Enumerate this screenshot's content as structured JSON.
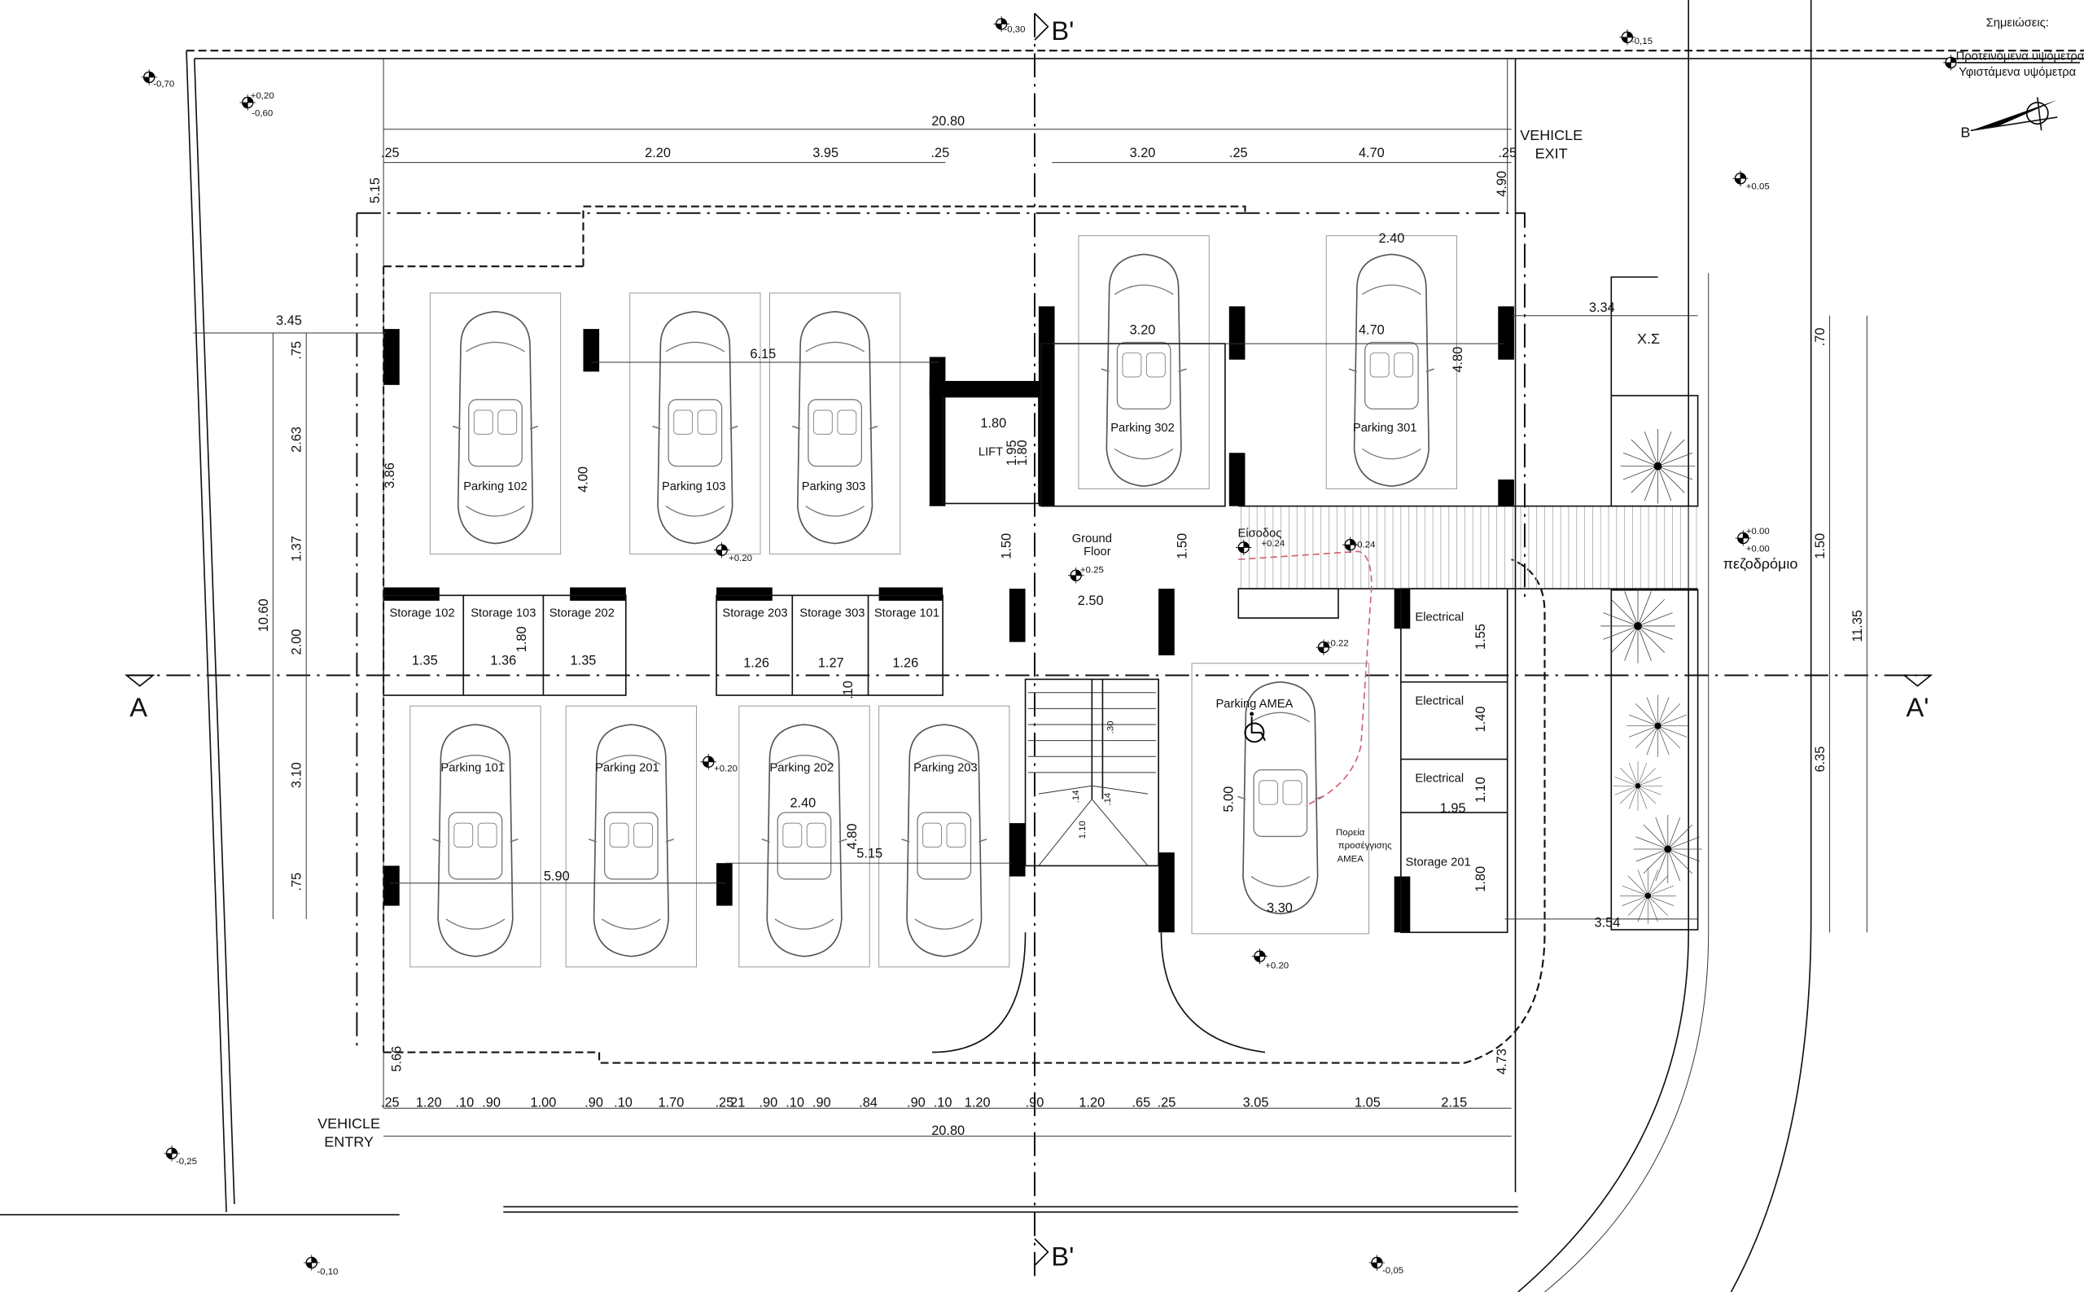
{
  "legend": {
    "title": "Σημειώσεις:",
    "proposed_levels": "Προτεινόμενα υψόμετρα",
    "existing_levels": "Υφιστάμενα υψόμετρα",
    "north_label": "B"
  },
  "sections": {
    "a": "A",
    "a_prime": "A'",
    "b_prime_top": "B'",
    "b_prime_bottom": "B'"
  },
  "labels": {
    "vehicle_exit_1": "VEHICLE",
    "vehicle_exit_2": "EXIT",
    "vehicle_entry_1": "VEHICLE",
    "vehicle_entry_2": "ENTRY",
    "lift": "LIFT",
    "ground_floor_1": "Ground",
    "ground_floor_2": "Floor",
    "entrance": "Είσοδος",
    "xs": "Χ.Σ",
    "sidewalk": "πεζοδρόμιο",
    "amea_path_1": "Πορεία",
    "amea_path_2": "προσέγγισης",
    "amea_path_3": "ΑΜΕΑ"
  },
  "parking": [
    "Parking 102",
    "Parking 103",
    "Parking 303",
    "Parking 302",
    "Parking 301",
    "Parking 101",
    "Parking 201",
    "Parking 202",
    "Parking 203",
    "Parking AMEA"
  ],
  "storage": [
    "Storage 102",
    "Storage 103",
    "Storage 202",
    "Storage 203",
    "Storage 303",
    "Storage 101",
    "Storage 201"
  ],
  "electrical": [
    "Electrical",
    "Electrical",
    "Electrical"
  ],
  "levels": [
    "-0,70",
    "+0,20",
    "-0,60",
    "-0,30",
    "-0,15",
    "+0.05",
    "+0.20",
    "+0.25",
    "+0.24",
    "+0.24",
    "+0.00",
    "+0.00",
    "+0.22",
    "+0.20",
    "+0.20",
    "-0,25",
    "-0,10",
    "-0,05"
  ],
  "dims": {
    "top_total": "20.80",
    "top_chain": [
      ".25",
      "2.20",
      "3.95",
      ".25",
      "3.20",
      ".25",
      "4.70",
      ".25"
    ],
    "bottom_total": "20.80",
    "bottom_chain": [
      ".25",
      "1.20",
      ".10",
      ".90",
      "1.00",
      ".90",
      ".10",
      "1.70",
      ".25",
      "21",
      ".90",
      ".10",
      ".90",
      ".84",
      ".90",
      ".10",
      "1.20",
      ".90",
      "1.20",
      ".65",
      ".25",
      "3.05",
      "1.05",
      "2.15"
    ],
    "left_total": "10.60",
    "left_chain": [
      ".75",
      "2.63",
      "1.37",
      "2.00",
      "3.10",
      ".75"
    ],
    "right_total": "11.35",
    "right_chain": [
      ".70",
      "1.50",
      "6.35"
    ],
    "misc": [
      "5.15",
      "4.90",
      "3.45",
      "3.86",
      "4.00",
      "6.15",
      "1.35",
      "1.36",
      "1.80",
      "1.35",
      "1.26",
      "1.27",
      "1.26",
      ".10",
      "2.40",
      "4.80",
      "5.15",
      "5.90",
      "3.20",
      "4.70",
      "2.40",
      "4.80",
      "3.34",
      "1.80",
      "1.95",
      "1.80",
      "1.50",
      "2.50",
      "1.50",
      ".30",
      ".14",
      ".14",
      "1.10",
      "5.00",
      "3.30",
      "1.55",
      "1.40",
      "1.10",
      "1.95",
      "1.80",
      "3.54",
      "5.66",
      "4.73"
    ]
  }
}
